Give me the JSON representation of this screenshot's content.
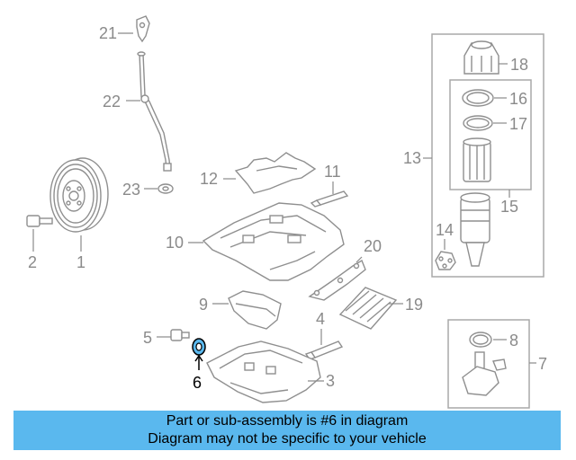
{
  "diagram": {
    "callouts": {
      "c1": "1",
      "c2": "2",
      "c3": "3",
      "c4": "4",
      "c5": "5",
      "c6": "6",
      "c7": "7",
      "c8": "8",
      "c9": "9",
      "c10": "10",
      "c11": "11",
      "c12": "12",
      "c13": "13",
      "c14": "14",
      "c15": "15",
      "c16": "16",
      "c17": "17",
      "c18": "18",
      "c19": "19",
      "c20": "20",
      "c21": "21",
      "c22": "22",
      "c23": "23"
    },
    "highlighted_part": "6",
    "highlight_color": "#5ab8ee"
  },
  "banner": {
    "line1": "Part or sub-assembly is #6 in diagram",
    "line2": "Diagram may not be specific to your vehicle",
    "background": "#5ab8ee"
  }
}
